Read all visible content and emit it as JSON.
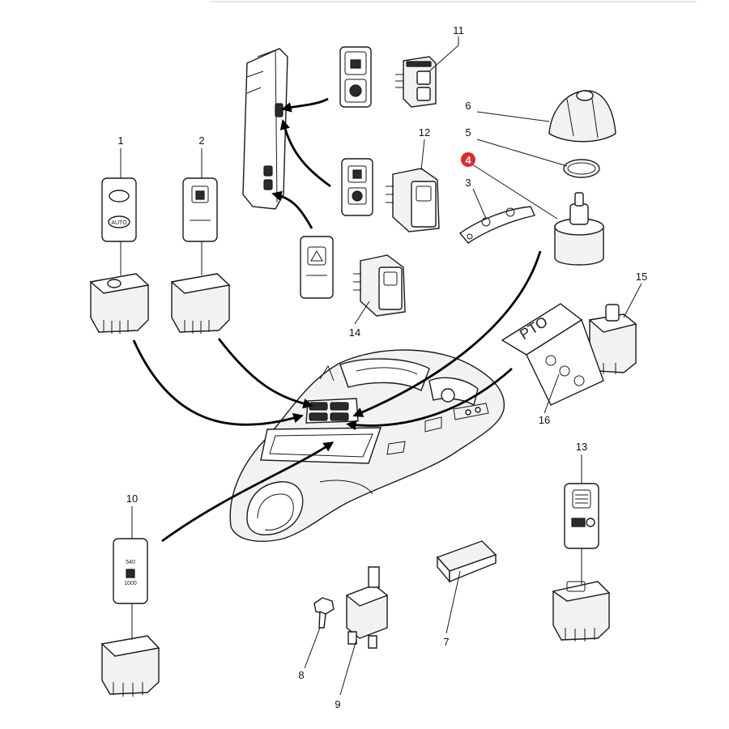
{
  "callouts": [
    {
      "id": "1",
      "label": "1"
    },
    {
      "id": "2",
      "label": "2"
    },
    {
      "id": "3",
      "label": "3"
    },
    {
      "id": "4",
      "label": "4",
      "highlight": "#e0292b"
    },
    {
      "id": "5",
      "label": "5"
    },
    {
      "id": "6",
      "label": "6"
    },
    {
      "id": "7",
      "label": "7"
    },
    {
      "id": "8",
      "label": "8"
    },
    {
      "id": "9",
      "label": "9"
    },
    {
      "id": "10",
      "label": "10"
    },
    {
      "id": "11",
      "label": "11"
    },
    {
      "id": "12",
      "label": "12"
    },
    {
      "id": "13",
      "label": "13"
    },
    {
      "id": "14",
      "label": "14"
    },
    {
      "id": "15",
      "label": "15"
    },
    {
      "id": "16",
      "label": "16"
    }
  ],
  "switch_text": {
    "auto": "AUTO",
    "speed_low": "540",
    "speed_high": "1000"
  },
  "decal_text": "PTO",
  "colors": {
    "line": "#1a1a1a",
    "highlight": "#e0292b",
    "background": "#ffffff"
  }
}
